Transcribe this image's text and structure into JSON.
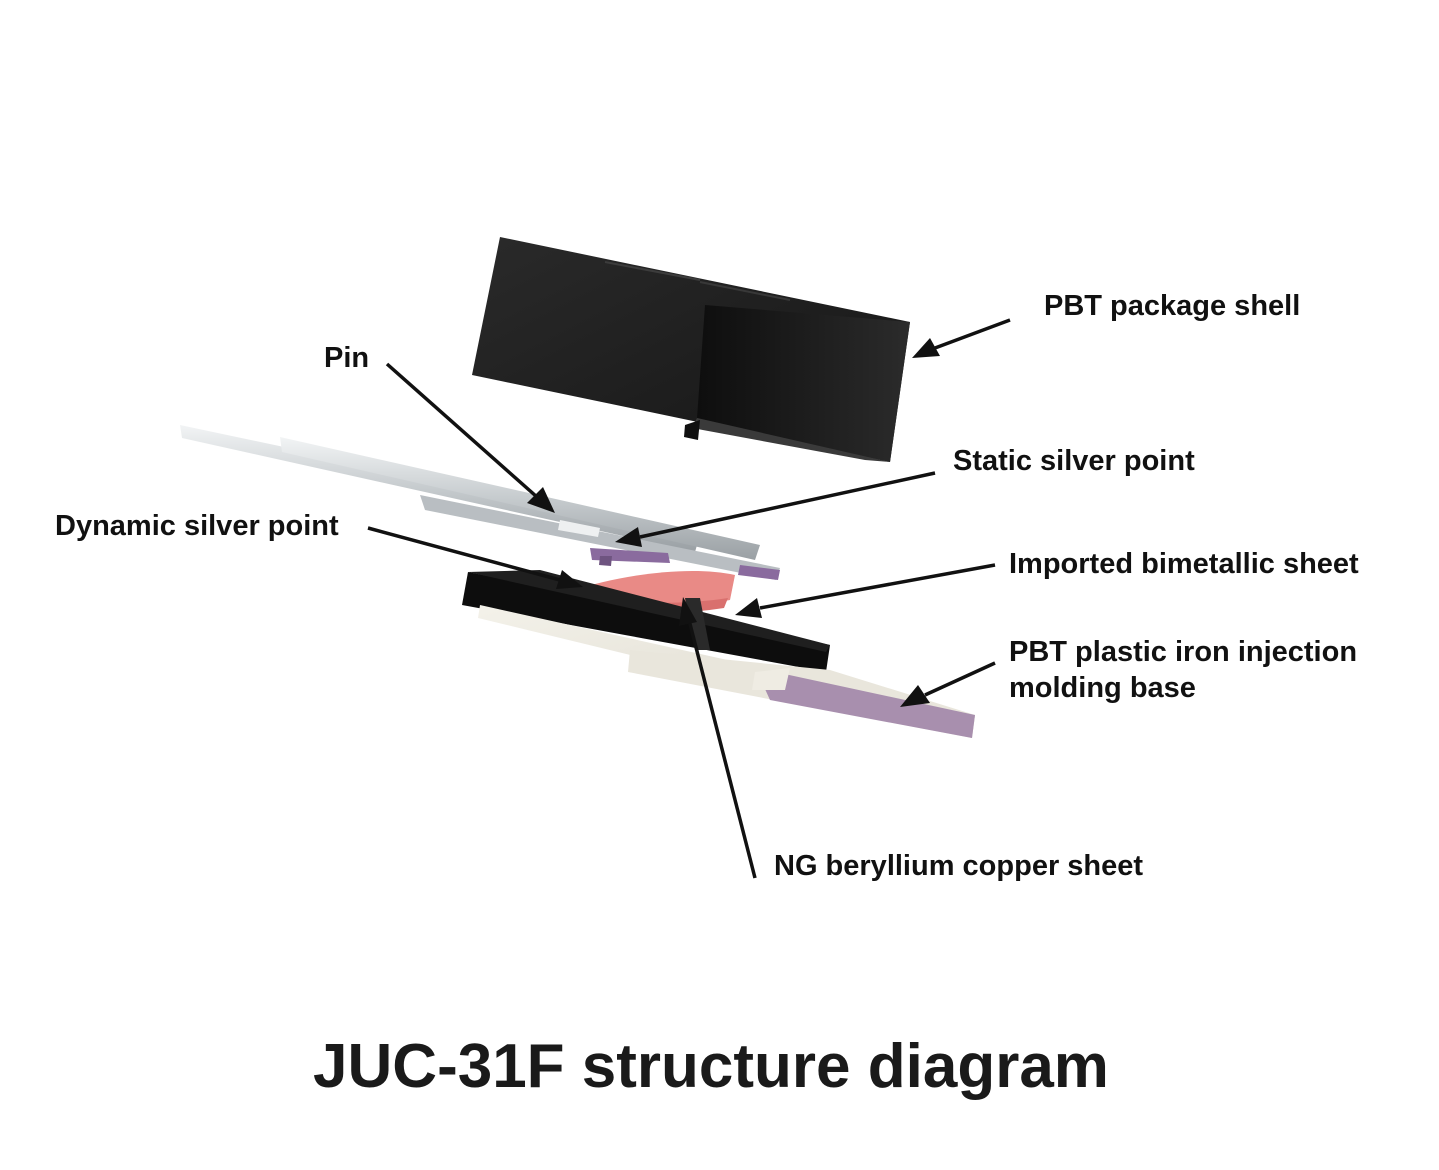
{
  "title": "JUC-31F structure diagram",
  "labels": {
    "package_shell": "PBT package shell",
    "pin": "Pin",
    "static_silver_point": "Static silver point",
    "dynamic_silver_point": "Dynamic silver point",
    "bimetallic_sheet": "Imported bimetallic sheet",
    "base_line1": "PBT plastic iron injection",
    "base_line2": "molding base",
    "copper_sheet": "NG beryllium copper sheet"
  },
  "colors": {
    "shell": "#1b1b1b",
    "base_black": "#0d0d0d",
    "base_plate": "#e9e6dc",
    "base_tip": "#a88fae",
    "pin": "#c9cdd0",
    "silver_contact": "#8a6b9e",
    "bimetal": "#e98a86"
  }
}
